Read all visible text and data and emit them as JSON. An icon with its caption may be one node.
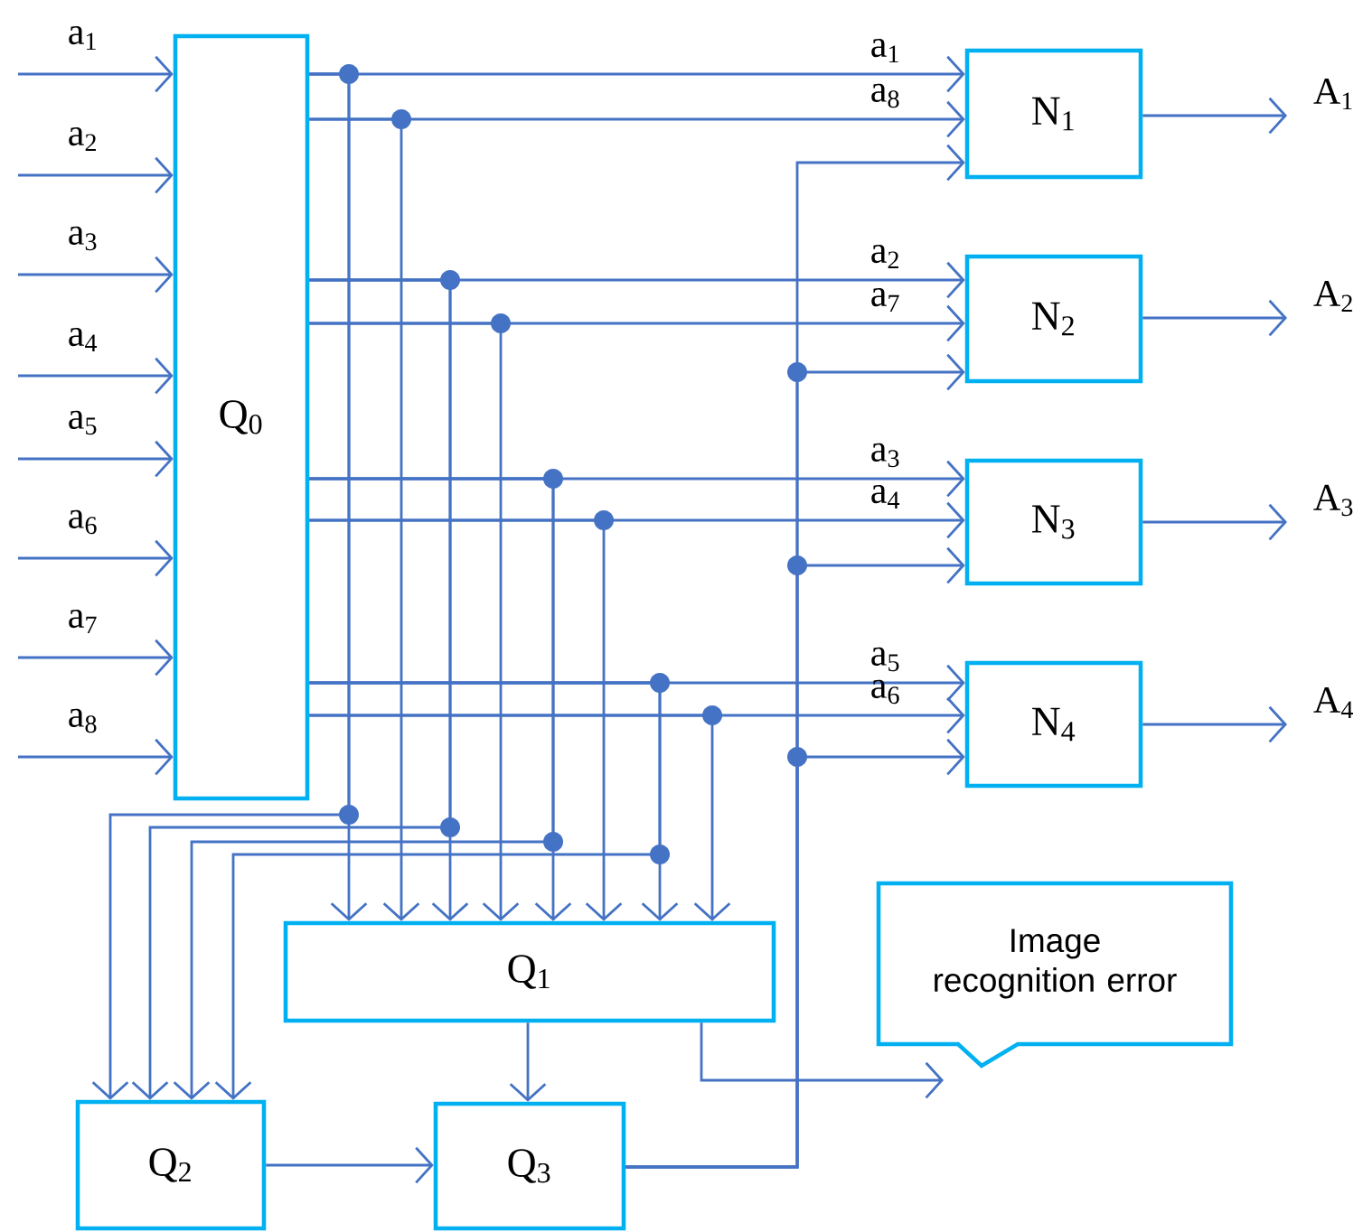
{
  "diagram": {
    "nodes": [
      {
        "text": [
          "Q$_{0}$"
        ]
      },
      {
        "text": [
          "N$_{1}$"
        ]
      },
      {
        "text": [
          "N$_{2}$"
        ]
      },
      {
        "text": [
          "N$_{3}$"
        ]
      },
      {
        "text": [
          "N$_{4}$"
        ]
      },
      {
        "text": [
          "Q$_{1}$"
        ]
      },
      {
        "text": [
          "Q$_{2}$"
        ]
      },
      {
        "text": [
          "Q$_{3}$"
        ]
      },
      {
        "text": [
          "Image recognition error"
        ]
      }
    ],
    "edges": [
      {
        "from": null,
        "to": 0,
        "arrow": "to",
        "label": "a$_{1}$"
      },
      {
        "from": null,
        "to": 0,
        "arrow": "to",
        "label": "a$_{2}$"
      },
      {
        "from": null,
        "to": 0,
        "arrow": "to",
        "label": "a$_{3}$"
      },
      {
        "from": null,
        "to": 0,
        "arrow": "to",
        "label": "a$_{4}$"
      },
      {
        "from": null,
        "to": 0,
        "arrow": "to",
        "label": "a$_{5}$"
      },
      {
        "from": null,
        "to": 0,
        "arrow": "to",
        "label": "a$_{6}$"
      },
      {
        "from": null,
        "to": 0,
        "arrow": "to",
        "label": "a$_{7}$"
      },
      {
        "from": null,
        "to": 0,
        "arrow": "to",
        "label": "a$_{8}$"
      },
      {
        "from": 0,
        "to": 1,
        "arrow": "to",
        "label": "a$_{1}$"
      },
      {
        "from": 0,
        "to": 1,
        "arrow": "to",
        "label": "a$_{8}$"
      },
      {
        "from": 0,
        "to": 2,
        "arrow": "to",
        "label": "a$_{2}$"
      },
      {
        "from": 0,
        "to": 2,
        "arrow": "to",
        "label": "a$_{7}$"
      },
      {
        "from": 0,
        "to": 3,
        "arrow": "to",
        "label": "a$_{3}$"
      },
      {
        "from": 0,
        "to": 3,
        "arrow": "to",
        "label": "a$_{4}$"
      },
      {
        "from": 0,
        "to": 4,
        "arrow": "to",
        "label": "a$_{5}$"
      },
      {
        "from": 0,
        "to": 4,
        "arrow": "to",
        "label": "a$_{6}$"
      },
      {
        "from": 0,
        "to": 5,
        "arrow": "to"
      },
      {
        "from": 0,
        "to": 5,
        "arrow": "to"
      },
      {
        "from": 0,
        "to": 5,
        "arrow": "to"
      },
      {
        "from": 0,
        "to": 5,
        "arrow": "to"
      },
      {
        "from": 0,
        "to": 5,
        "arrow": "to"
      },
      {
        "from": 0,
        "to": 5,
        "arrow": "to"
      },
      {
        "from": 0,
        "to": 5,
        "arrow": "to"
      },
      {
        "from": 0,
        "to": 5,
        "arrow": "to"
      },
      {
        "from": 0,
        "to": 6,
        "arrow": "to"
      },
      {
        "from": 0,
        "to": 6,
        "arrow": "to"
      },
      {
        "from": 0,
        "to": 6,
        "arrow": "to"
      },
      {
        "from": 0,
        "to": 6,
        "arrow": "to"
      },
      {
        "from": 5,
        "to": 7,
        "arrow": "to"
      },
      {
        "from": 5,
        "to": 8,
        "arrow": "to"
      },
      {
        "from": 6,
        "to": 7,
        "arrow": "to"
      },
      {
        "from": 7,
        "to": 1,
        "arrow": "to"
      },
      {
        "from": 7,
        "to": 2,
        "arrow": "to"
      },
      {
        "from": 7,
        "to": 3,
        "arrow": "to"
      },
      {
        "from": 7,
        "to": 4,
        "arrow": "to"
      },
      {
        "from": 1,
        "to": null,
        "arrow": "to",
        "label": "A$_{1}$"
      },
      {
        "from": 2,
        "to": null,
        "arrow": "to",
        "label": "A$_{2}$"
      },
      {
        "from": 3,
        "to": null,
        "arrow": "to",
        "label": "A$_{3}$"
      },
      {
        "from": 4,
        "to": null,
        "arrow": "to",
        "label": "A$_{4}$"
      }
    ]
  }
}
